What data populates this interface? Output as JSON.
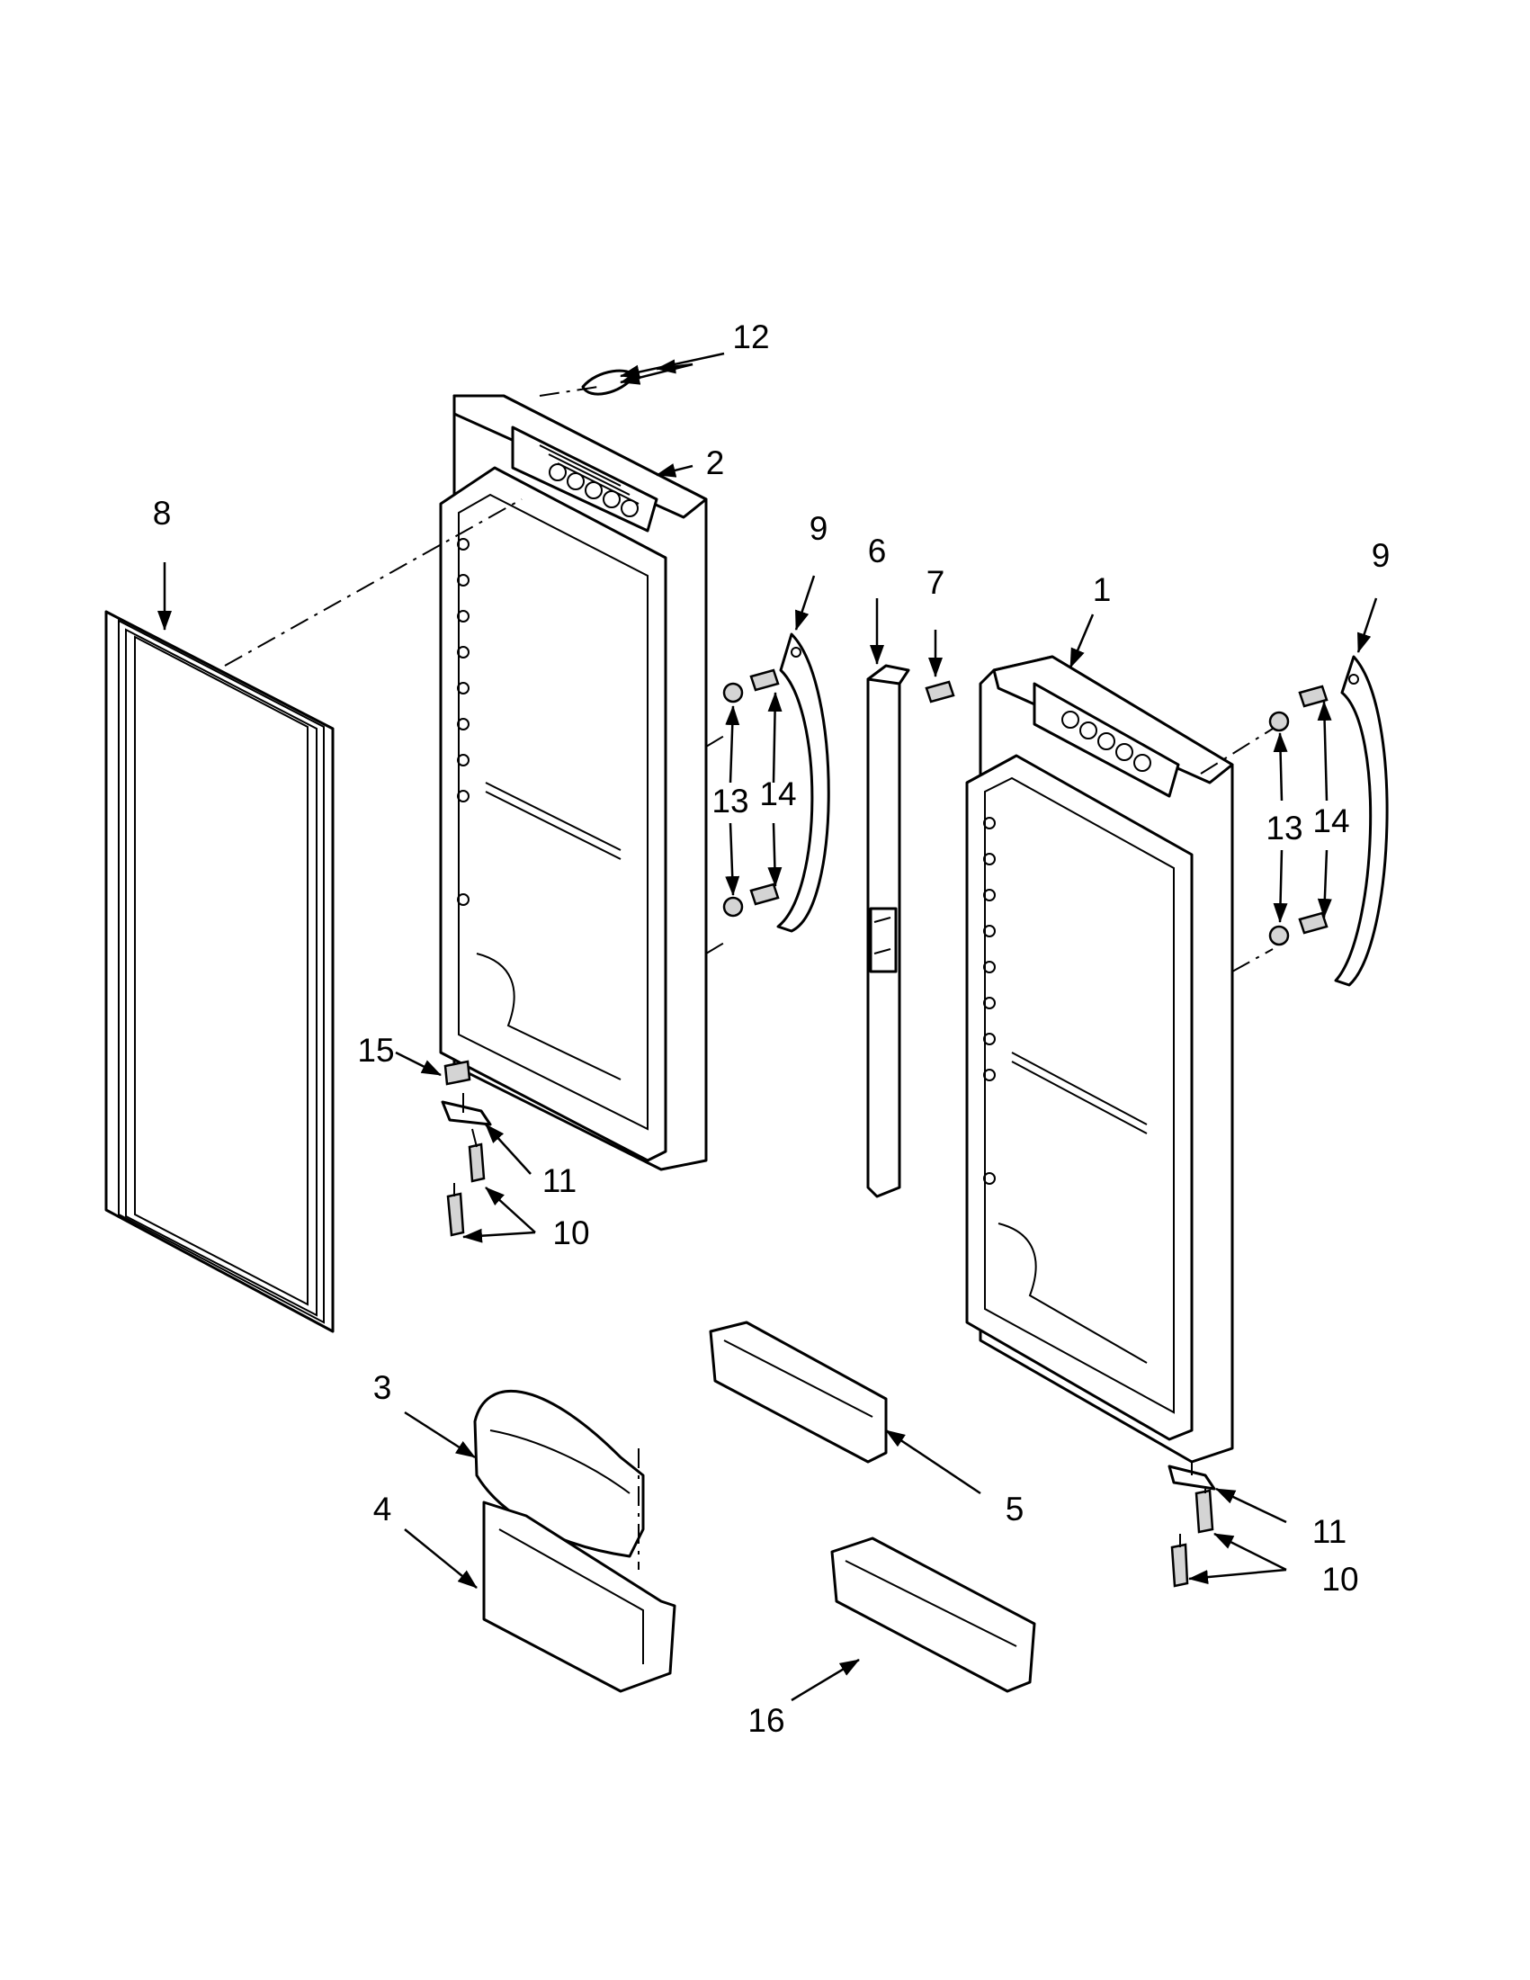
{
  "callouts": {
    "c1": "1",
    "c2": "2",
    "c3": "3",
    "c4": "4",
    "c5": "5",
    "c6": "6",
    "c7": "7",
    "c8": "8",
    "c9a": "9",
    "c9b": "9",
    "c10a": "10",
    "c10b": "10",
    "c11a": "11",
    "c11b": "11",
    "c12": "12",
    "c13a": "13",
    "c13b": "13",
    "c14a": "14",
    "c14b": "14",
    "c15": "15",
    "c16": "16"
  }
}
